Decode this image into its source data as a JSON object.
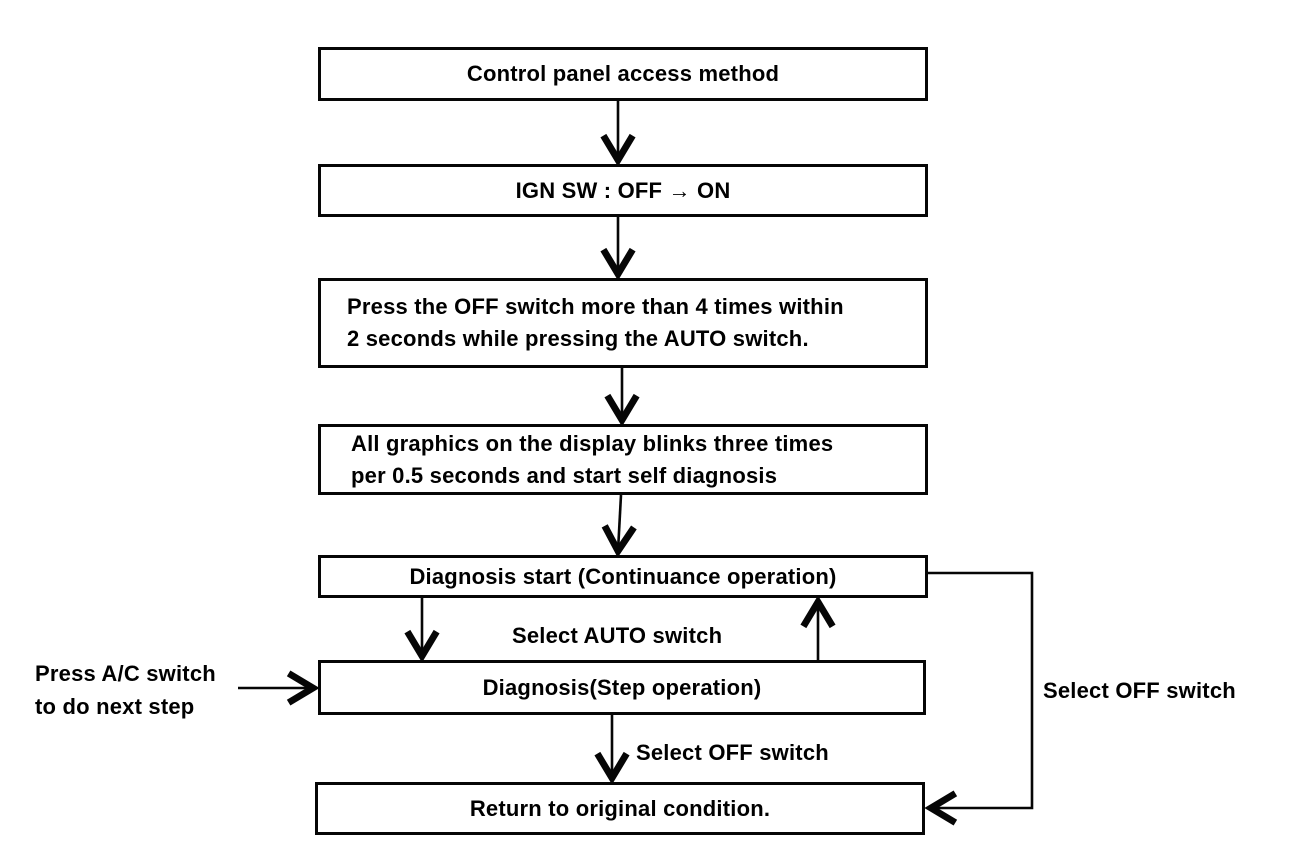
{
  "diagram": {
    "boxes": {
      "b1": {
        "lines": [
          "Control panel access method"
        ]
      },
      "b2": {
        "lines": [
          "IGN SW : OFF → ON"
        ]
      },
      "b3": {
        "lines": [
          "Press the OFF switch more than 4 times within",
          "2 seconds while pressing the AUTO switch."
        ]
      },
      "b4": {
        "lines": [
          "All graphics on the display blinks three times",
          "per 0.5 seconds and start self diagnosis"
        ]
      },
      "b5": {
        "lines": [
          "Diagnosis start (Continuance operation)"
        ]
      },
      "b6": {
        "lines": [
          "Diagnosis(Step operation)"
        ]
      },
      "b7": {
        "lines": [
          "Return to original condition."
        ]
      }
    },
    "labels": {
      "select_auto": "Select AUTO switch",
      "select_off_step": "Select OFF switch",
      "select_off_loop": "Select OFF switch",
      "press_ac_line1": "Press A/C switch",
      "press_ac_line2": "to do next step"
    },
    "colors": {
      "ink": "#060606",
      "background": "#ffffff"
    }
  }
}
